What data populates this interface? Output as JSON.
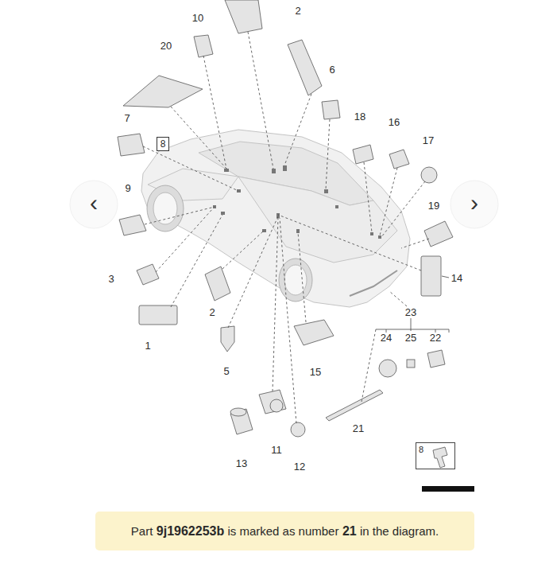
{
  "diagram": {
    "nodes": [
      {
        "text": [
          "8"
        ]
      },
      {
        "text": [
          "8"
        ]
      },
      {
        "text": [
          "Part",
          "9j1962253b",
          "is marked as number",
          "21",
          "in the diagram."
        ]
      }
    ],
    "labels": [
      "10",
      "2",
      "20",
      "6",
      "18",
      "16",
      "17",
      "7",
      "9",
      "19",
      "14",
      "3",
      "2",
      "23",
      "24",
      "25",
      "22",
      "1",
      "5",
      "15",
      "21",
      "13",
      "11",
      "12",
      "‹",
      "›"
    ]
  }
}
